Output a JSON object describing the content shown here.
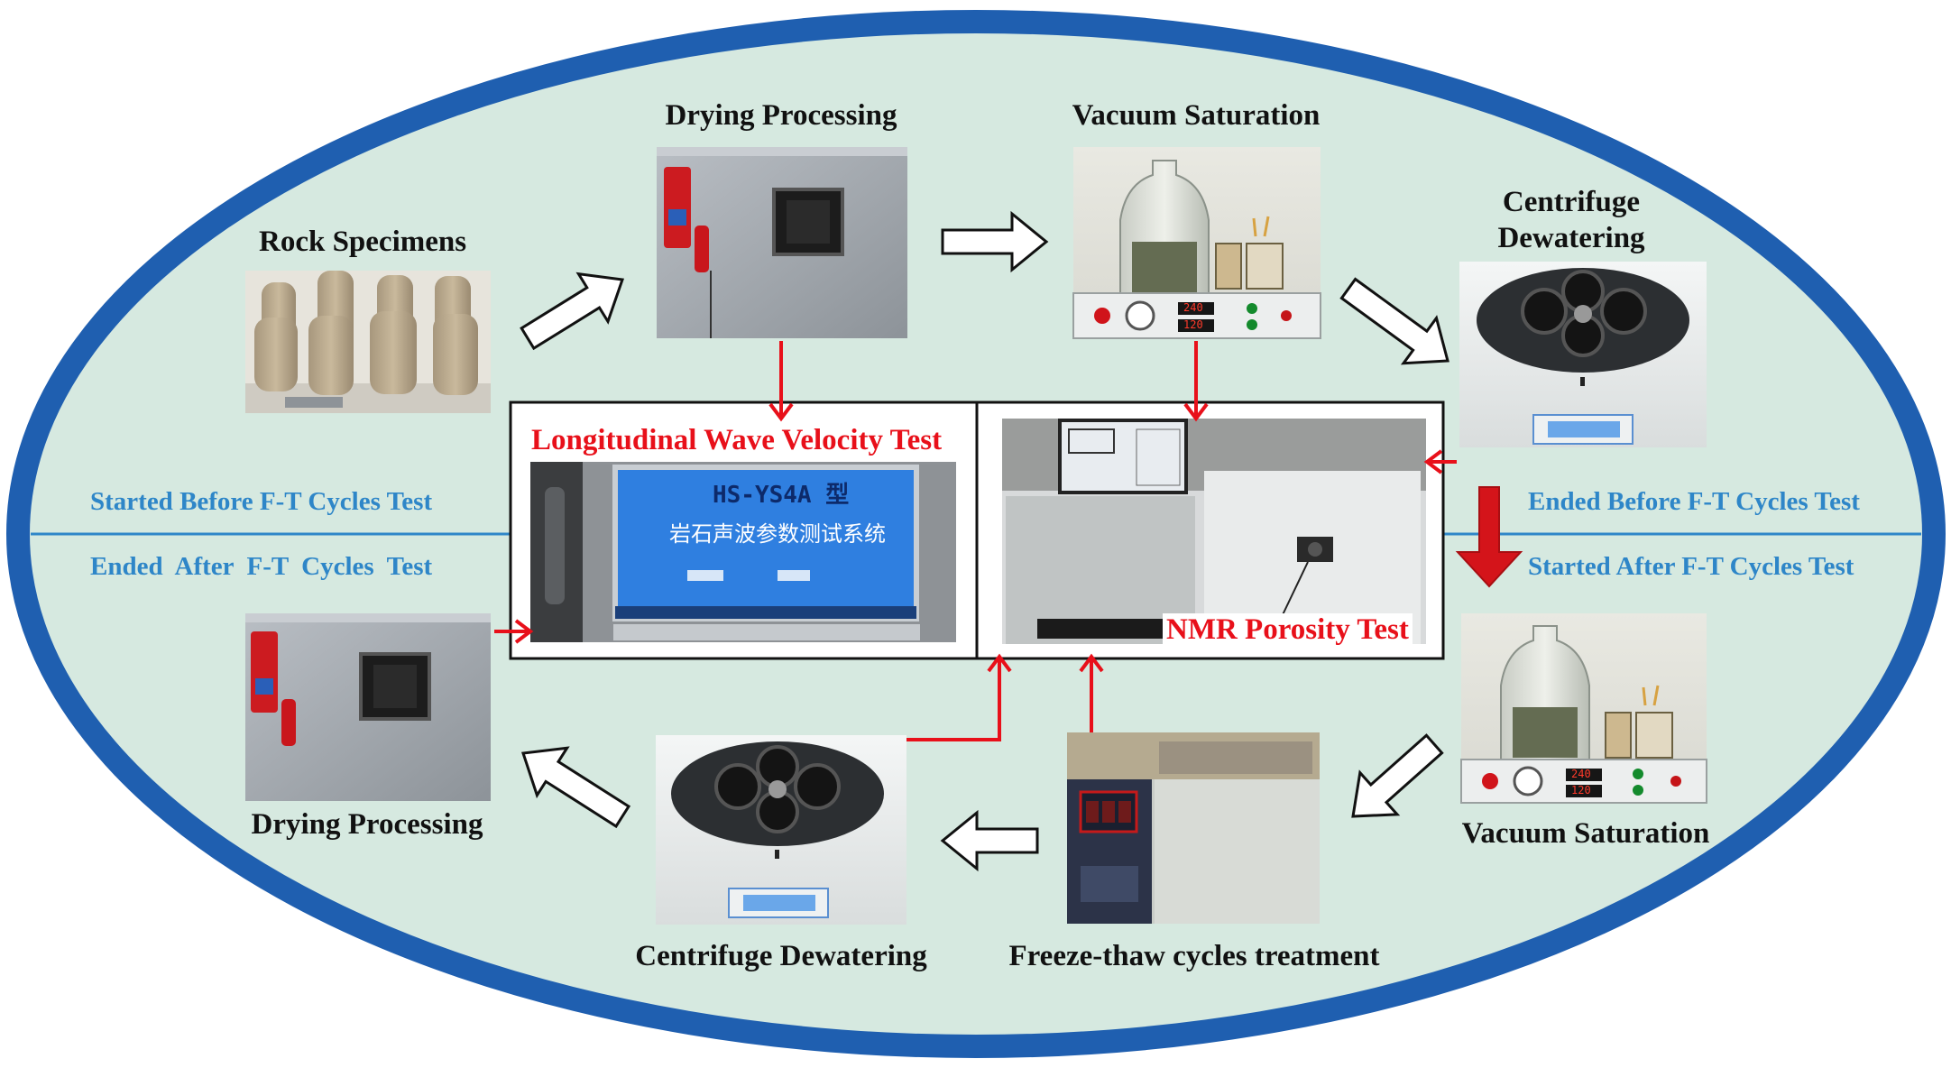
{
  "stages": {
    "rock_specimens": "Rock Specimens",
    "drying_top": "Drying Processing",
    "vacuum_top": "Vacuum Saturation",
    "centrifuge_top": "Centrifuge\nDewatering",
    "vacuum_bottom": "Vacuum Saturation",
    "freeze_thaw": "Freeze-thaw cycles treatment",
    "centrifuge_bottom": "Centrifuge Dewatering",
    "drying_bottom": "Drying Processing"
  },
  "tests": {
    "wave_velocity": "Longitudinal Wave Velocity Test",
    "nmr": "NMR Porosity Test",
    "wave_screen_title": "HS-YS4A 型",
    "wave_screen_subtitle": "岩石声波参数测试系统"
  },
  "phases": {
    "left_before": "Started Before F-T Cycles Test",
    "left_after": "Ended  After  F-T  Cycles  Test",
    "right_before": "Ended Before F-T Cycles Test",
    "right_after": "Started After F-T Cycles Test"
  },
  "device_readouts": {
    "vacuum_top_1": "240",
    "vacuum_top_2": "120",
    "vacuum_bottom_1": "240",
    "vacuum_bottom_2": "120"
  },
  "colors": {
    "ellipse_fill": "#d6e9e0",
    "ellipse_border": "#1f5fb0",
    "phase_text": "#2e86c8",
    "test_text": "#e8101a",
    "flow_arrow": "#e8101a"
  }
}
